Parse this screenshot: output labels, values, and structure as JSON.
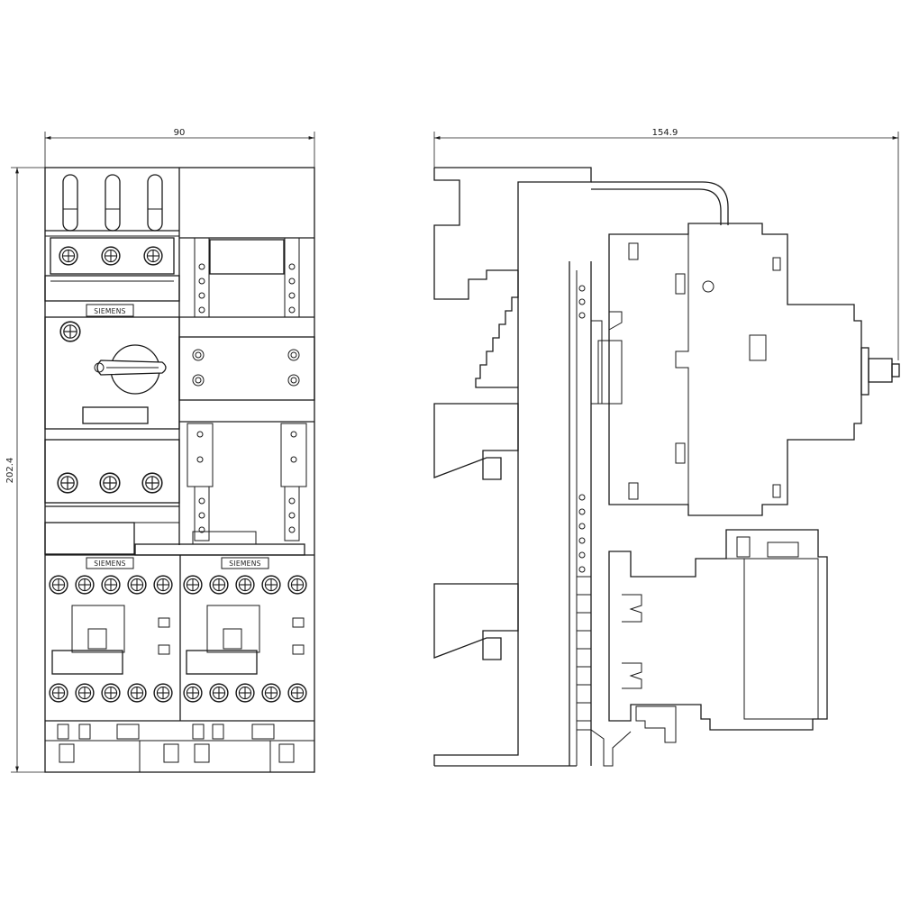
{
  "dimensions": {
    "width_front": "90",
    "depth_side": "154.9",
    "height": "202.4"
  },
  "labels": {
    "brand_breaker": "SIEMENS",
    "brand_contactor_left": "SIEMENS",
    "brand_contactor_right": "SIEMENS"
  },
  "colors": {
    "line": "#1a1a1a",
    "background": "#ffffff"
  },
  "icons": {
    "terminal": "terminal-screw-icon",
    "rotary": "rotary-handle-icon"
  }
}
